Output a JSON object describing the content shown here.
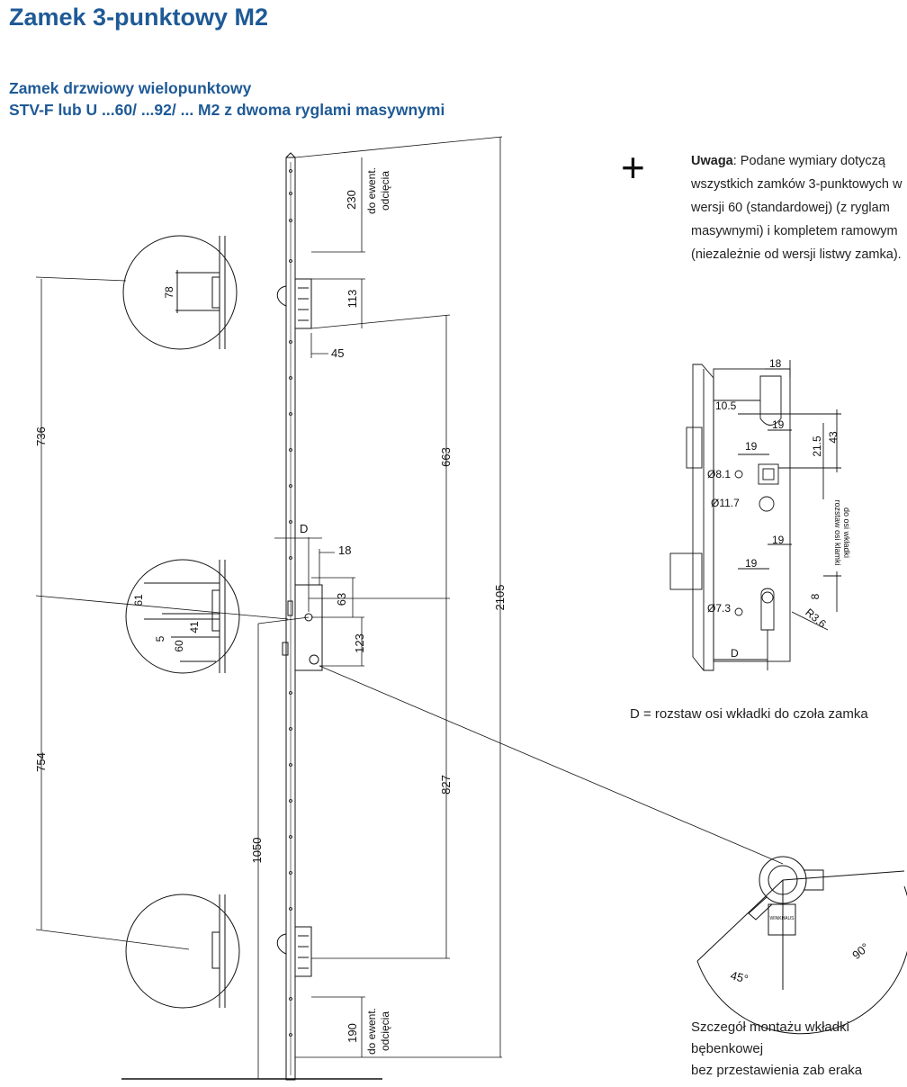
{
  "header": {
    "title": "Zamek 3-punktowy M2",
    "subtitle_line1": "Zamek drzwiowy wielopunktowy",
    "subtitle_line2": "STV-F lub U ...60/ ...92/ ... M2 z dwoma ryglami masywnymi"
  },
  "note": {
    "label": "Uwaga",
    "text": ": Podane wymiary dotyczą wszystkich zamków 3-punktowych w wersji 60 (standardowej) (z ryglam masywnymi) i kompletem ramowym (niezależnie od wersji listwy zamka)."
  },
  "captions": {
    "d_definition": "D = rozstaw osi wkładki do czoła zamka",
    "detail_line1": "Szczegół montażu wkładki",
    "detail_line2": "bębenkowej",
    "detail_line3": "bez przestawienia zab eraka"
  },
  "dimensions": {
    "d230": "230",
    "do_ewent": "do ewent.",
    "odciecia": "odcięcia",
    "d113": "113",
    "d45": "45",
    "d663": "663",
    "d2105": "2105",
    "d736": "736",
    "d78": "78",
    "dD": "D",
    "d18": "18",
    "d63": "63",
    "d123": "123",
    "d61": "61",
    "d5": "5",
    "d41": "41",
    "d60": "60",
    "d754": "754",
    "d827": "827",
    "d1050": "1050",
    "d190": "190"
  },
  "detail_dimensions": {
    "d18": "18",
    "d10_5": "10.5",
    "d19a": "19",
    "d19b": "19",
    "d43": "43",
    "d21_5": "21.5",
    "d8_1": "Ø8.1",
    "d11_7": "Ø11.7",
    "axis_label1": "rozstaw osi klamki",
    "axis_label2": "do osi wkładki",
    "d19c": "19",
    "d19d": "19",
    "d7_3": "Ø7.3",
    "d8": "8",
    "r3_6": "R3.6",
    "dD": "D"
  },
  "cylinder_detail": {
    "angle45": "45°",
    "angle90": "90°",
    "brand": "WINKHAUS"
  },
  "colors": {
    "heading": "#1f5a96",
    "line": "#111111"
  }
}
